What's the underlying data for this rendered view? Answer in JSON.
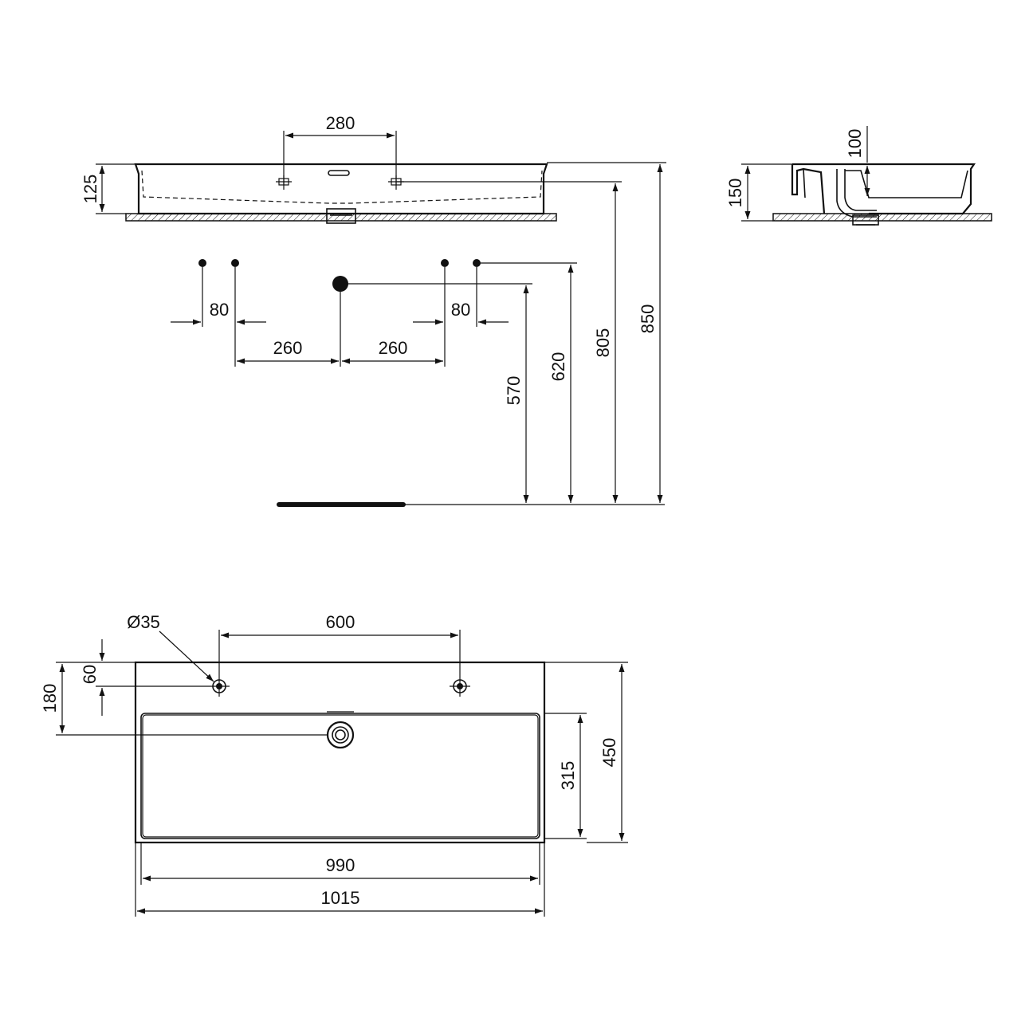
{
  "colors": {
    "line": "#111111",
    "background": "#ffffff"
  },
  "front_view": {
    "dims": {
      "tap_spacing": "280",
      "basin_height": "125",
      "h_570": "570",
      "h_620": "620",
      "h_805": "805",
      "h_850": "850",
      "tap_left_pair": "80",
      "tap_right_pair": "80",
      "left_to_waste": "260",
      "waste_to_right": "260"
    }
  },
  "side_view": {
    "dims": {
      "overall_height": "150",
      "bowl_depth": "100"
    }
  },
  "top_view": {
    "dims": {
      "hole_diameter": "Ø35",
      "tap_hole_spacing": "600",
      "hole_offset": "60",
      "waste_offset": "180",
      "inner_depth": "315",
      "overall_depth": "450",
      "inner_width": "990",
      "overall_width": "1015"
    }
  }
}
